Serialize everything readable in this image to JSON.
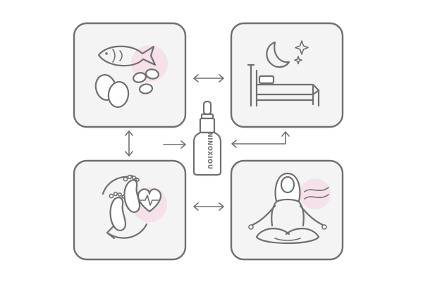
{
  "bottle": {
    "label": "NINOXIOU"
  },
  "colors": {
    "line": "#6f6f6f",
    "card_fill": "#f4f4f4",
    "accent": "#f5e1ea"
  },
  "panels": [
    {
      "id": "nutrition",
      "icons": [
        "fish-icon",
        "eggs-icon",
        "beans-icon"
      ]
    },
    {
      "id": "sleep",
      "icons": [
        "bed-icon",
        "moon-icon",
        "star-icon"
      ]
    },
    {
      "id": "activity",
      "icons": [
        "footprints-icon",
        "cycle-arrows-icon",
        "heart-pulse-icon"
      ]
    },
    {
      "id": "meditation",
      "icons": [
        "meditating-person-icon",
        "breath-wave-icon"
      ]
    }
  ]
}
